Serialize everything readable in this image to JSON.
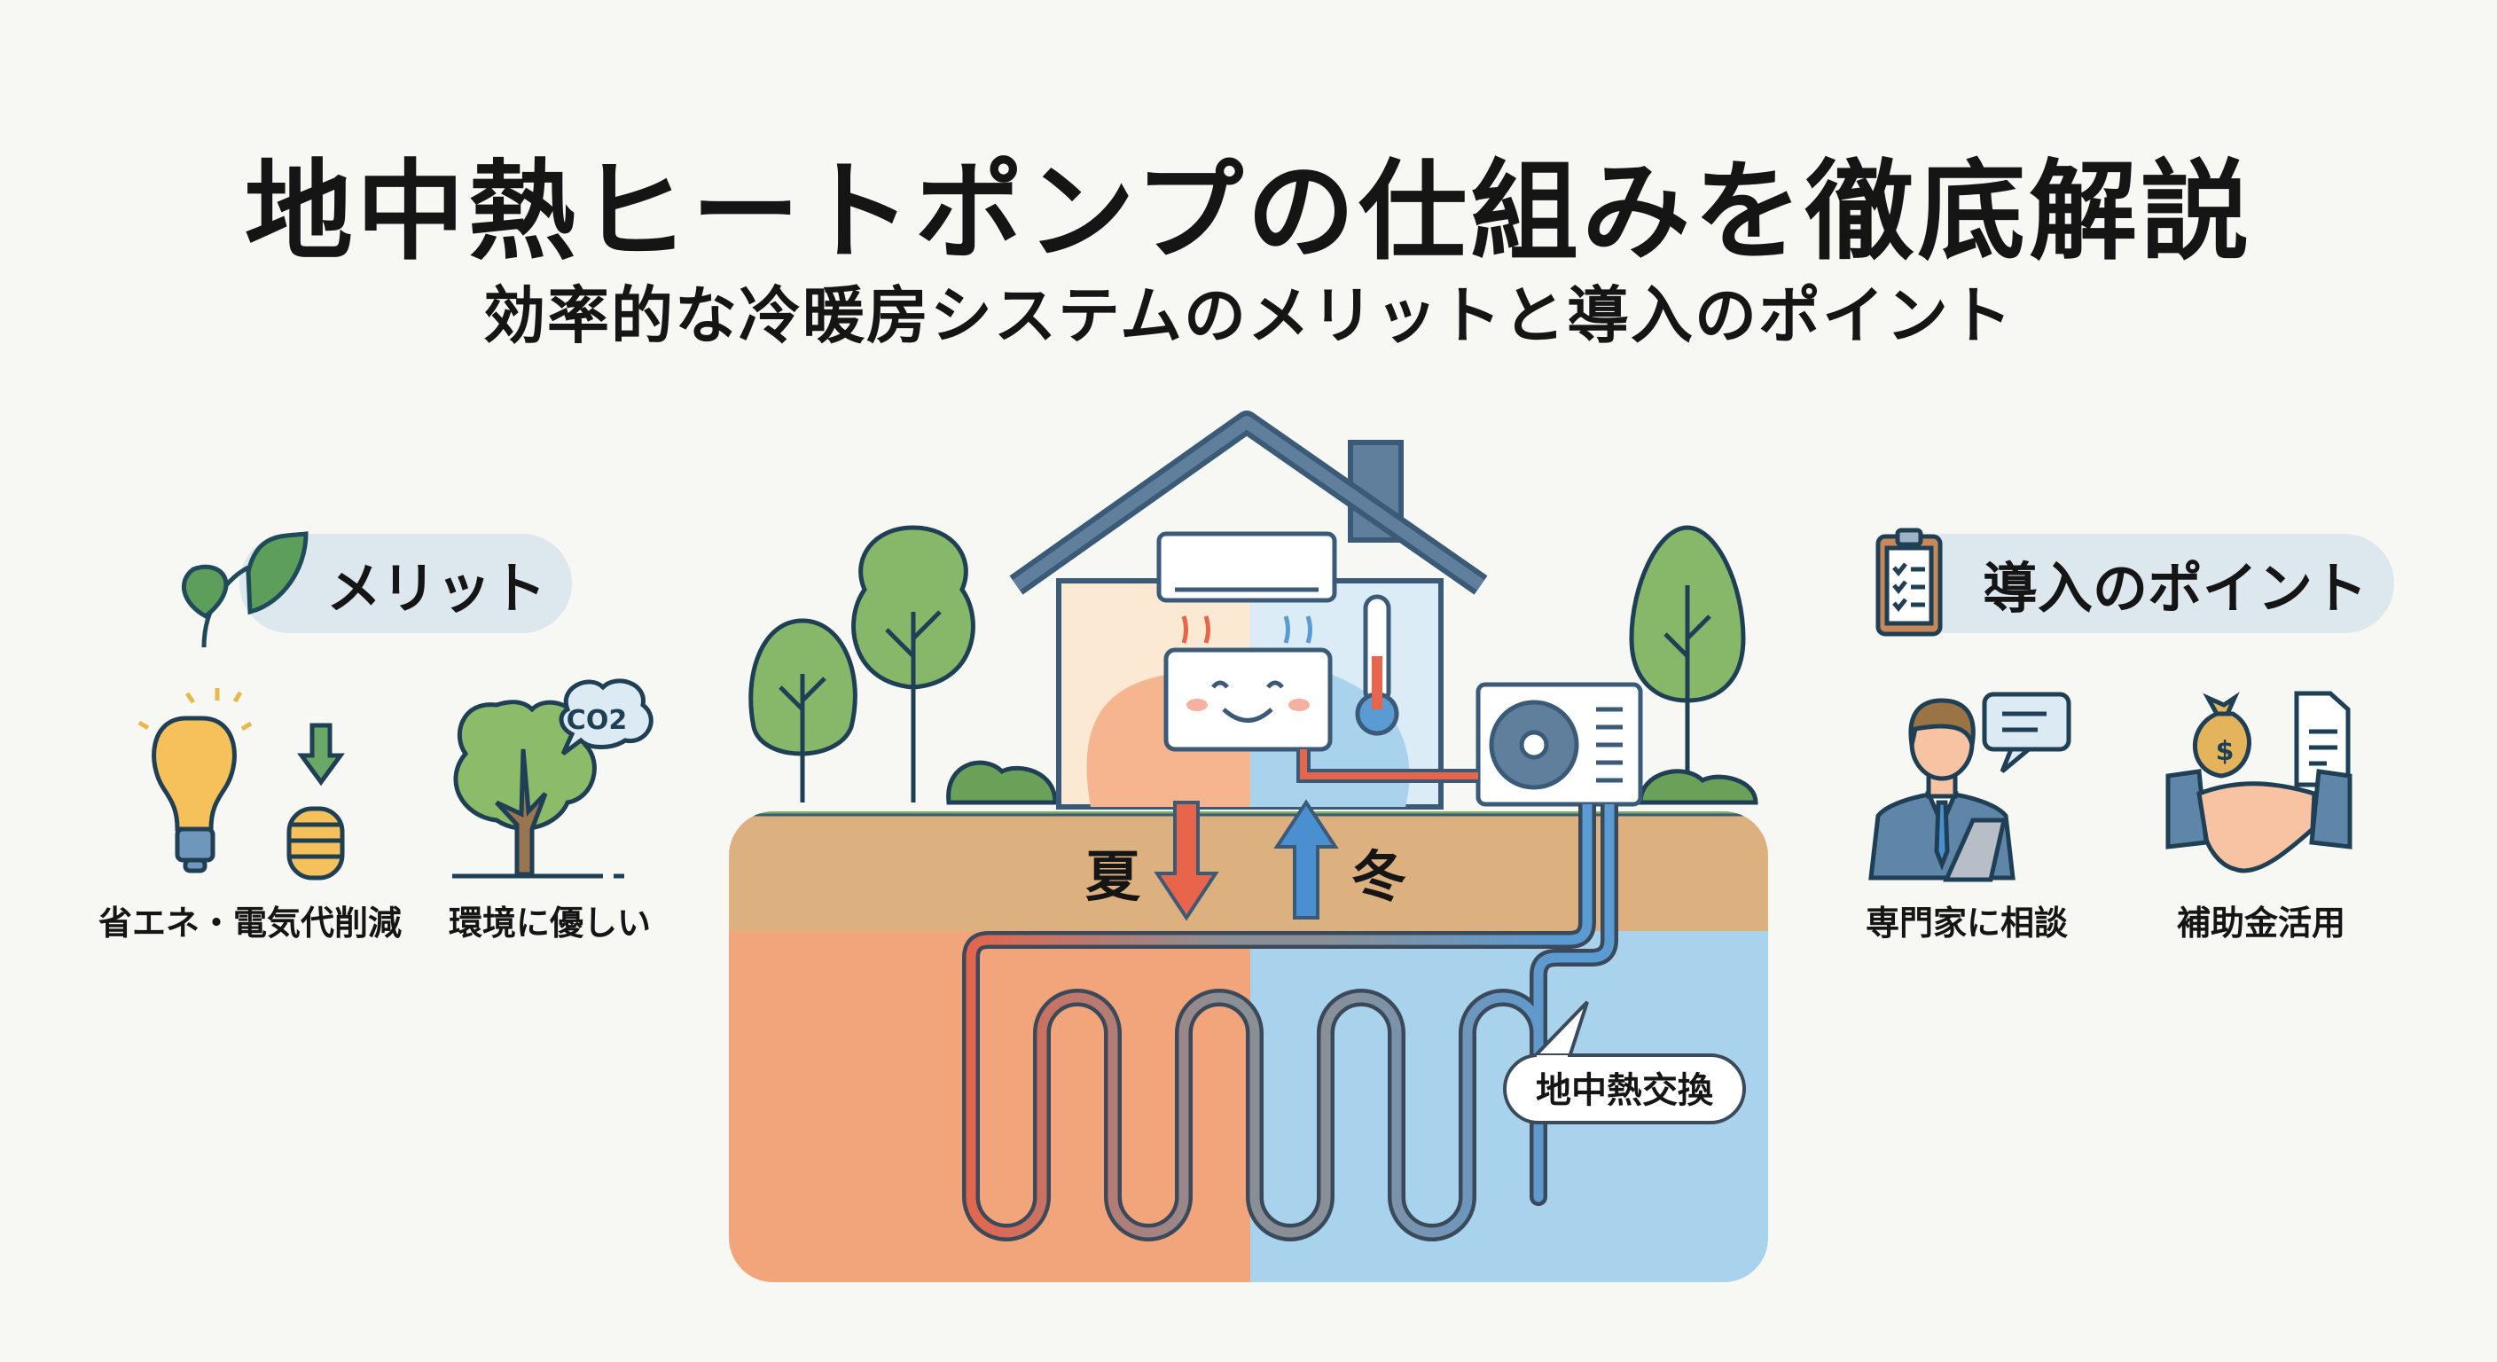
{
  "header": {
    "title": "地中熱ヒートポンプの仕組みを徹底解説",
    "subtitle": "効率的な冷暖房システムのメリットと導入のポイント"
  },
  "merits": {
    "heading": "メリット",
    "items": [
      {
        "label": "省エネ・電気代削減",
        "icon": "lightbulb-coins-icon"
      },
      {
        "label": "環境に優しい",
        "icon": "tree-co2-icon",
        "bubble_text": "CO2"
      }
    ]
  },
  "points": {
    "heading": "導入のポイント",
    "items": [
      {
        "label": "専門家に相談",
        "icon": "consultant-icon"
      },
      {
        "label": "補助金活用",
        "icon": "handshake-subsidy-icon"
      }
    ]
  },
  "diagram": {
    "summer_label": "夏",
    "winter_label": "冬",
    "exchange_label": "地中熱交換",
    "colors": {
      "summer": "#f2a57a",
      "winter": "#a9d3ec",
      "soil": "#dcb07f",
      "grass": "#7fb060"
    }
  }
}
